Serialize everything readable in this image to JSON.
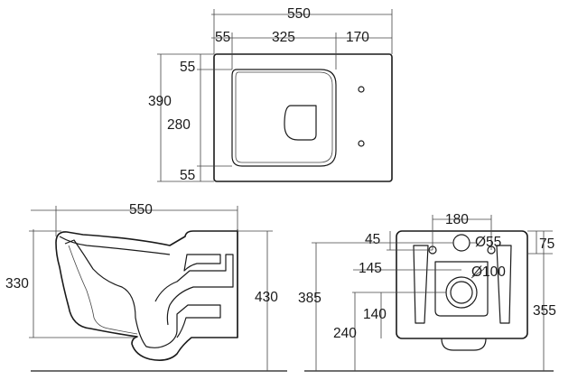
{
  "top_view": {
    "overall_width": "550",
    "seg_front": "55",
    "seg_bowl": "325",
    "seg_rear": "170",
    "overall_depth": "390",
    "margin_top": "55",
    "bowl_depth": "280",
    "margin_bottom": "55"
  },
  "side_view": {
    "length": "550",
    "bowl_height": "330",
    "total_height": "430"
  },
  "rear_view": {
    "spacing": "180",
    "offset_top": "45",
    "inlet_dia": "Ø55",
    "right_top": "75",
    "vertical_145": "145",
    "outlet_dia": "Ø100",
    "total_height": "385",
    "vertical_140": "140",
    "right_height": "355",
    "bottom_height": "240"
  }
}
